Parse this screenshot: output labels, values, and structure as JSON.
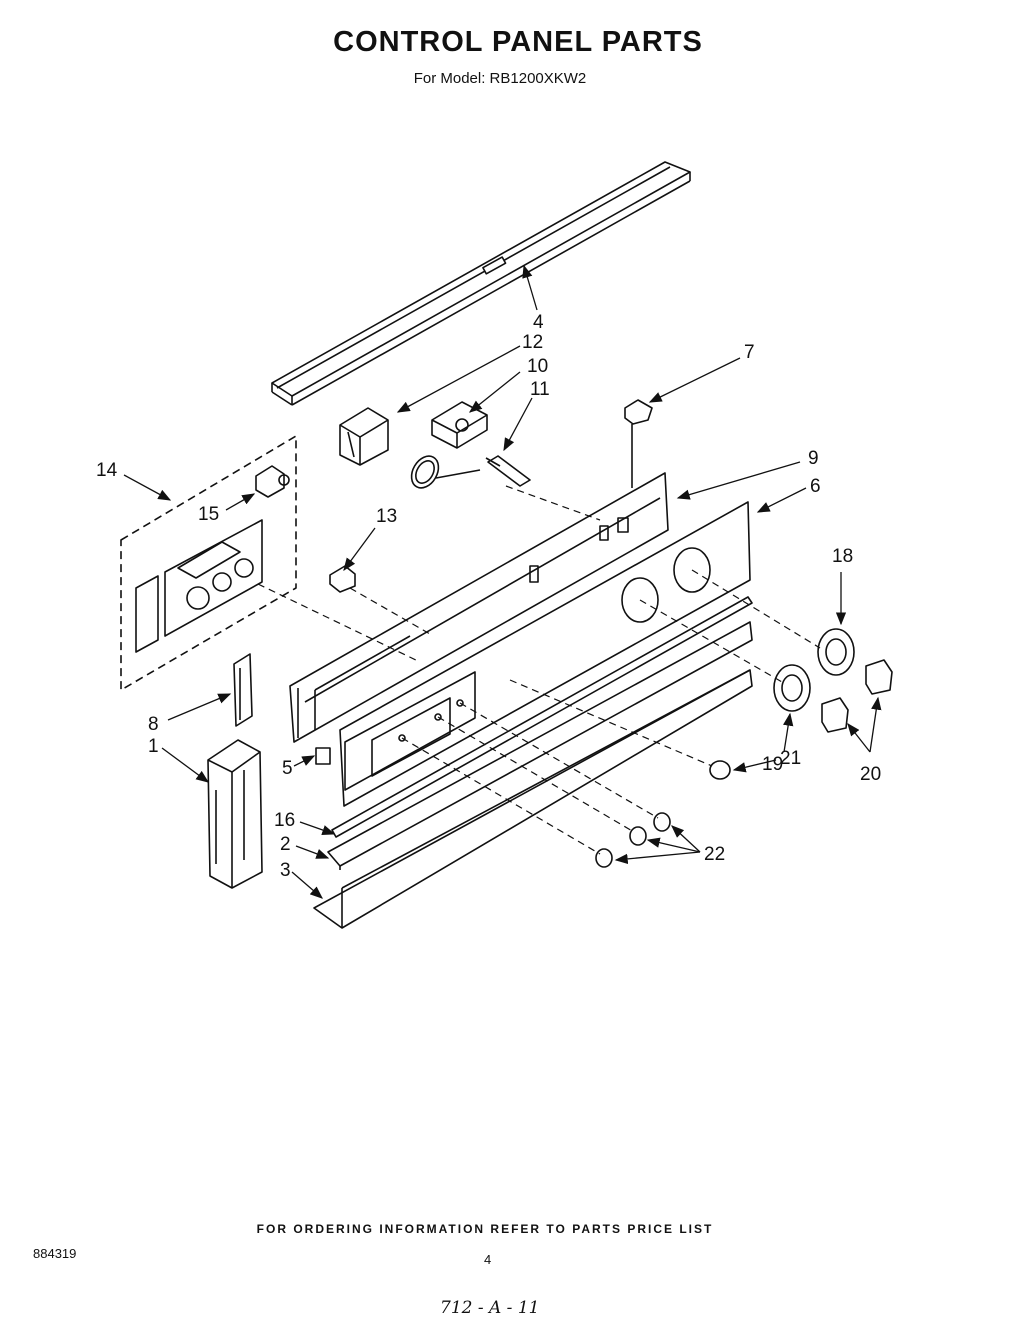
{
  "header": {
    "title": "CONTROL PANEL PARTS",
    "subtitle": "For Model: RB1200XKW2"
  },
  "footer": {
    "ordering_note": "FOR ORDERING INFORMATION REFER TO PARTS PRICE LIST",
    "doc_number": "884319",
    "page_number": "4",
    "handwritten_note": "712 - A - 11"
  },
  "callouts": [
    {
      "id": "4",
      "text": "4"
    },
    {
      "id": "12",
      "text": "12"
    },
    {
      "id": "10",
      "text": "10"
    },
    {
      "id": "11",
      "text": "11"
    },
    {
      "id": "7",
      "text": "7"
    },
    {
      "id": "9",
      "text": "9"
    },
    {
      "id": "6",
      "text": "6"
    },
    {
      "id": "14",
      "text": "14"
    },
    {
      "id": "15",
      "text": "15"
    },
    {
      "id": "13",
      "text": "13"
    },
    {
      "id": "18",
      "text": "18"
    },
    {
      "id": "8",
      "text": "8"
    },
    {
      "id": "1",
      "text": "1"
    },
    {
      "id": "5",
      "text": "5"
    },
    {
      "id": "19",
      "text": "19"
    },
    {
      "id": "20",
      "text": "20"
    },
    {
      "id": "21",
      "text": "21"
    },
    {
      "id": "16",
      "text": "16"
    },
    {
      "id": "2",
      "text": "2"
    },
    {
      "id": "22",
      "text": "22"
    },
    {
      "id": "3",
      "text": "3"
    }
  ]
}
